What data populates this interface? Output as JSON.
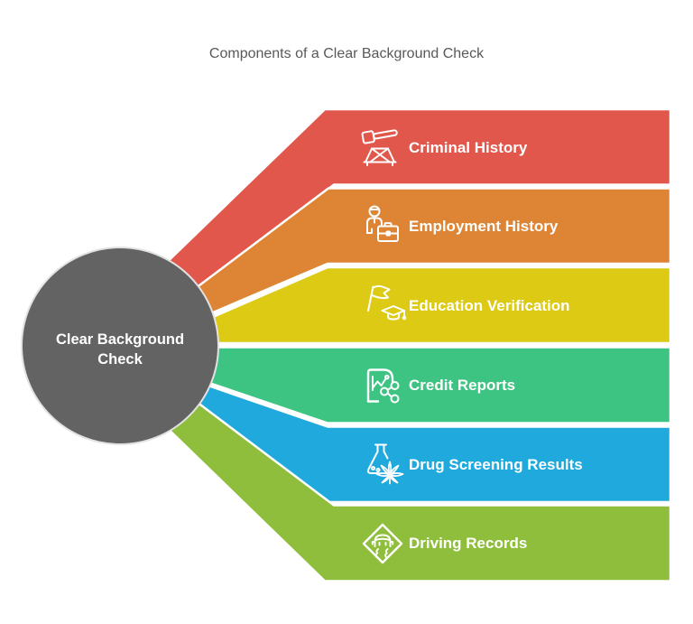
{
  "title": {
    "text": "Components of a Clear Background Check",
    "color": "#58595a"
  },
  "center": {
    "line1": "Clear Background",
    "line2": "Check",
    "fill": "#636363",
    "border_color": "#e2e2e2",
    "text_color": "#ffffff"
  },
  "label_text_color": "#ffffff",
  "bands": [
    {
      "label": "Criminal History",
      "color": "#e2574c",
      "icon": "gavel-icon"
    },
    {
      "label": "Employment History",
      "color": "#dd8534",
      "icon": "person-briefcase-icon"
    },
    {
      "label": "Education Verification",
      "color": "#ddca14",
      "icon": "flag-graduation-cap-icon"
    },
    {
      "label": "Credit Reports",
      "color": "#3ec482",
      "icon": "document-chart-icon"
    },
    {
      "label": "Drug Screening Results",
      "color": "#20a9dc",
      "icon": "flask-cannabis-leaf-icon"
    },
    {
      "label": "Driving Records",
      "color": "#8ebe3b",
      "icon": "road-sign-car-icon"
    }
  ]
}
